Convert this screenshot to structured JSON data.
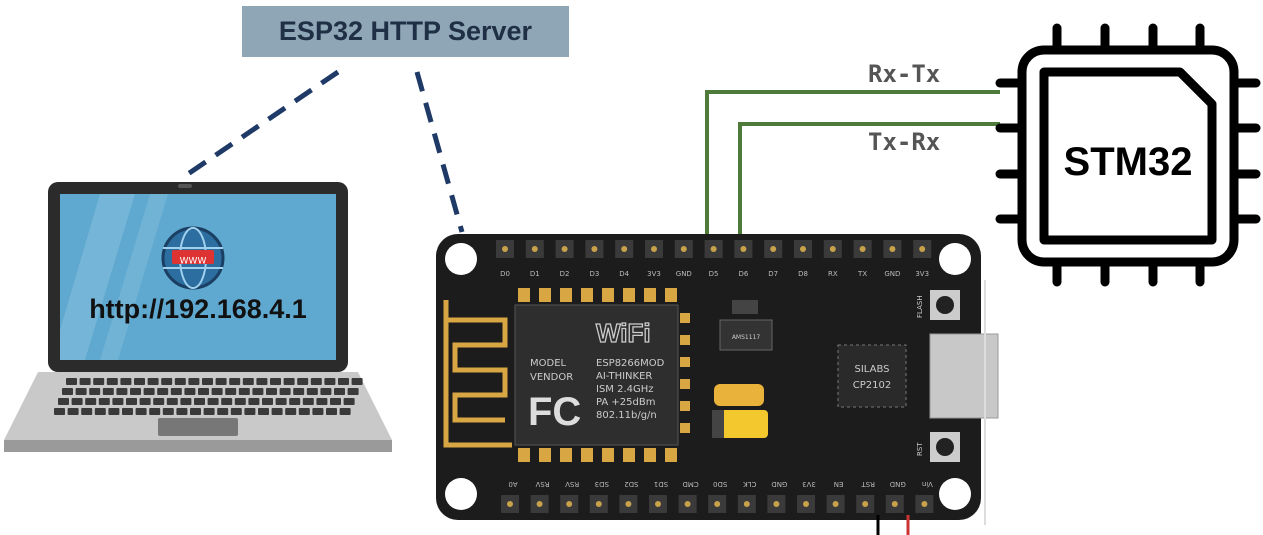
{
  "server_label": "ESP32 HTTP Server",
  "laptop": {
    "url": "http://192.168.4.1",
    "globe_text": "WWW"
  },
  "uart": {
    "rx_tx": "Rx-Tx",
    "tx_rx": "Tx-Rx"
  },
  "mcu": {
    "label": "STM32"
  },
  "board": {
    "top_pins": [
      "D0",
      "D1",
      "D2",
      "D3",
      "D4",
      "3V3",
      "GND",
      "D5",
      "D6",
      "D7",
      "D8",
      "RX",
      "TX",
      "GND",
      "3V3"
    ],
    "bottom_pins": [
      "A0",
      "RSV",
      "RSV",
      "SD3",
      "SD2",
      "SD1",
      "CMD",
      "SD0",
      "CLK",
      "GND",
      "3V3",
      "EN",
      "RST",
      "GND",
      "Vin"
    ],
    "module_model": "MODEL",
    "module_vendor": "VENDOR",
    "module_lines": [
      "ESP8266MOD",
      "AI-THINKER",
      "ISM 2.4GHz",
      "PA +25dBm",
      "802.11b/g/n"
    ],
    "wifi": "WiFi",
    "fc": "FC",
    "usb_chip": [
      "SILABS",
      "CP2102"
    ],
    "regulator": "AMS1117",
    "flash": "FLASH",
    "rst": "RST"
  },
  "colors": {
    "label_bg": "#8fa6b6",
    "dash": "#1f3a66",
    "wire": "#4e7a3a",
    "board": "#1c1c1c",
    "screen": "#5fa8cf"
  }
}
